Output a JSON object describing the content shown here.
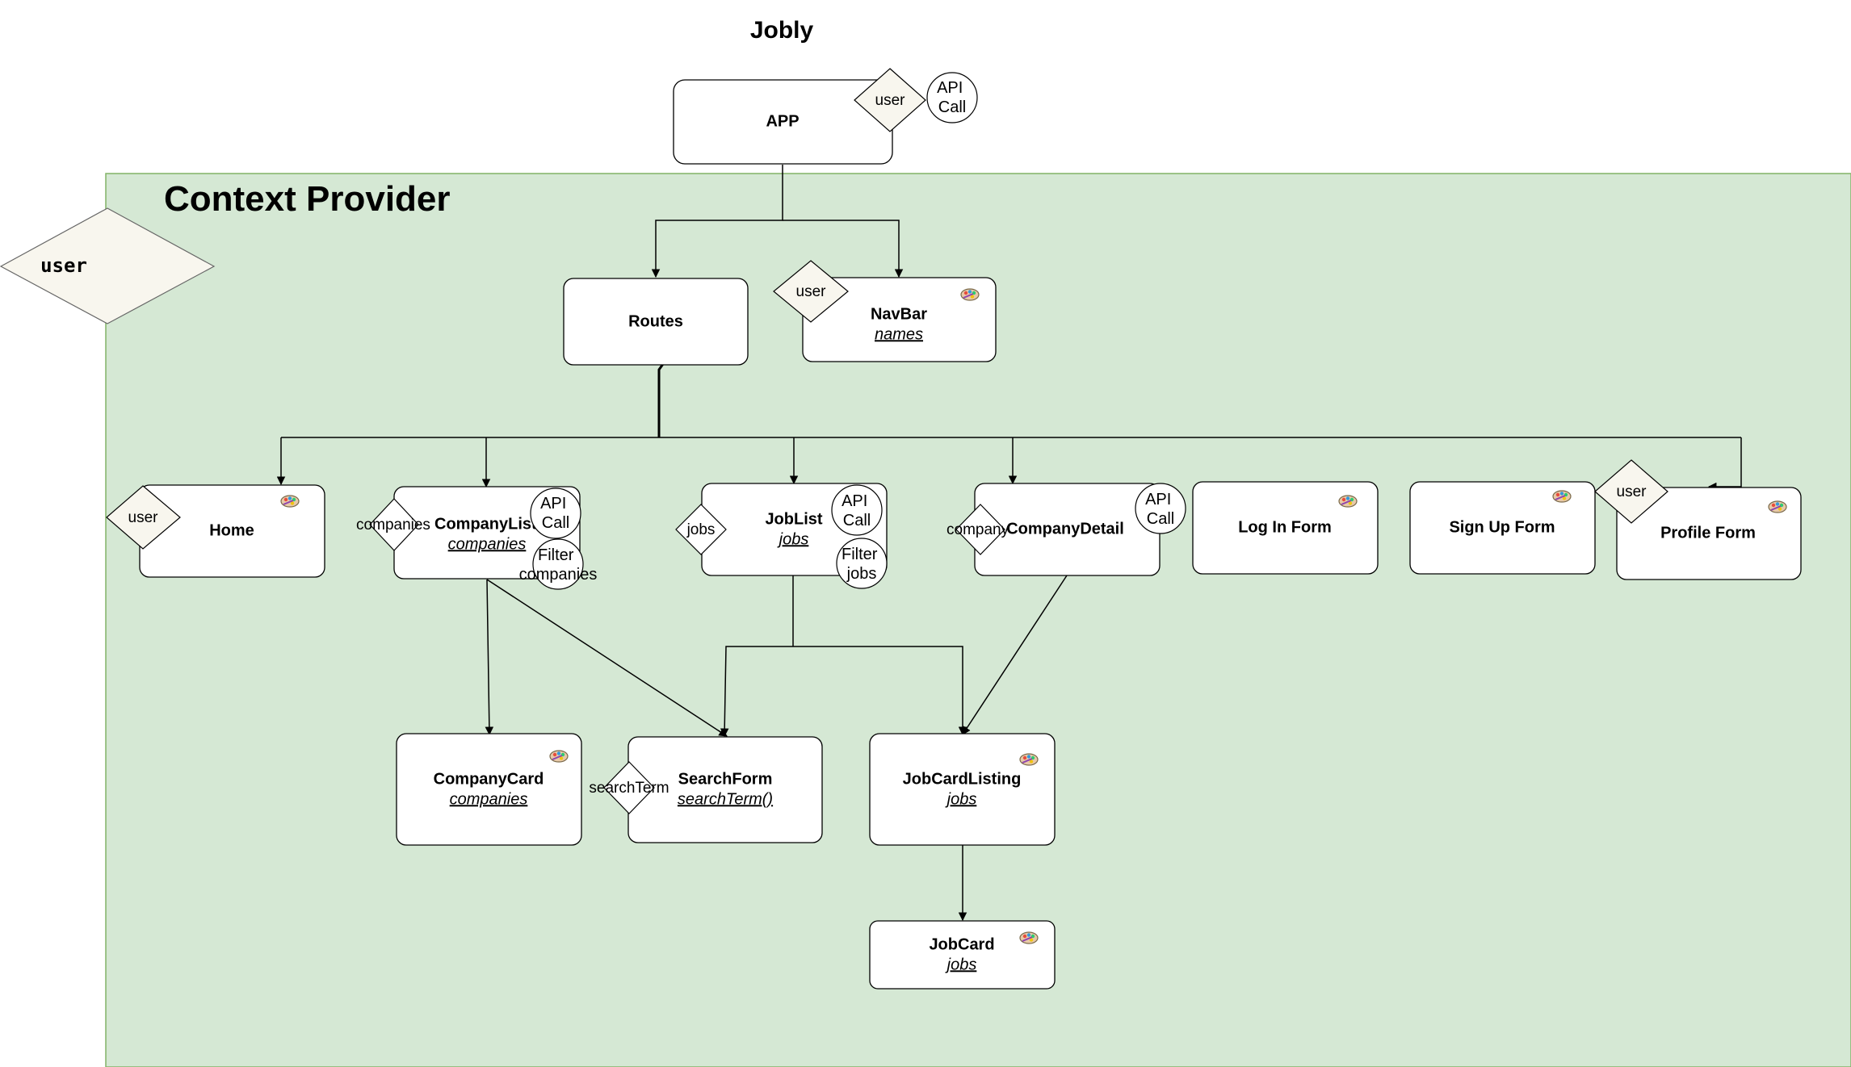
{
  "title": "Jobly",
  "provider": {
    "label": "Context Provider",
    "state": "user"
  },
  "app": {
    "label": "APP",
    "state": "user",
    "effect": [
      "API",
      "Call"
    ]
  },
  "routes": {
    "label": "Routes"
  },
  "navbar": {
    "label": "NavBar",
    "prop": "names",
    "state": "user"
  },
  "home": {
    "label": "Home",
    "state": "user"
  },
  "company_list": {
    "label": "CompanyList",
    "prop": "companies",
    "state": "companies",
    "effects": [
      [
        "API",
        "Call"
      ],
      [
        "Filter",
        "companies"
      ]
    ]
  },
  "job_list": {
    "label": "JobList",
    "prop": "jobs",
    "state": "jobs",
    "effects": [
      [
        "API",
        "Call"
      ],
      [
        "Filter",
        "jobs"
      ]
    ]
  },
  "company_detail": {
    "label": "CompanyDetail",
    "state": "company",
    "effect": [
      "API",
      "Call"
    ]
  },
  "login_form": {
    "label": "Log In Form"
  },
  "signup_form": {
    "label": "Sign Up Form"
  },
  "profile_form": {
    "label": "Profile Form",
    "state": "user"
  },
  "company_card": {
    "label": "CompanyCard",
    "prop": "companies"
  },
  "search_form": {
    "label": "SearchForm",
    "prop": "searchTerm()",
    "state": "searchTerm"
  },
  "job_card_listing": {
    "label": "JobCardListing",
    "prop": "jobs"
  },
  "job_card": {
    "label": "JobCard",
    "prop": "jobs"
  },
  "colors": {
    "provider_fill": "#d5e8d4",
    "provider_stroke": "#82b366",
    "state_fill": "#f8f6ee",
    "node_fill": "#ffffff",
    "stroke": "#000000"
  },
  "icons": {
    "style_marker": "palette-icon"
  }
}
